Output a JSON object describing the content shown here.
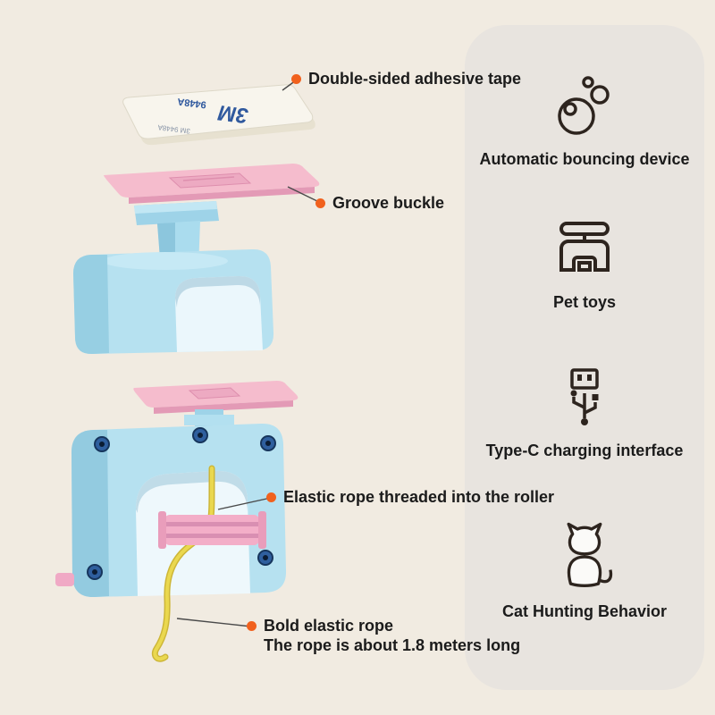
{
  "colors": {
    "background": "#f1ebe1",
    "panel": "#e8e4df",
    "accent_orange": "#f1611d",
    "text": "#1b1b1b",
    "pink": "#f5bccd",
    "blue": "#b6e1f0",
    "rope_yellow": "#e3cf4a",
    "tape_brand_blue": "#30599e"
  },
  "diagram": {
    "tape": {
      "brand": "3M",
      "code": "9448A",
      "print": "3M 9448A"
    },
    "annotations": {
      "tape": "Double-sided adhesive tape",
      "buckle": "Groove buckle",
      "roller": "Elastic rope threaded into the roller",
      "rope_title": "Bold elastic rope",
      "rope_note": "The rope is about 1.8 meters long"
    }
  },
  "features": [
    {
      "icon": "bubbles-icon",
      "label": "Automatic bouncing device"
    },
    {
      "icon": "pet-toy-icon",
      "label": "Pet toys"
    },
    {
      "icon": "usb-plug-icon",
      "label": "Type-C charging interface"
    },
    {
      "icon": "cat-icon",
      "label": "Cat Hunting Behavior"
    }
  ]
}
